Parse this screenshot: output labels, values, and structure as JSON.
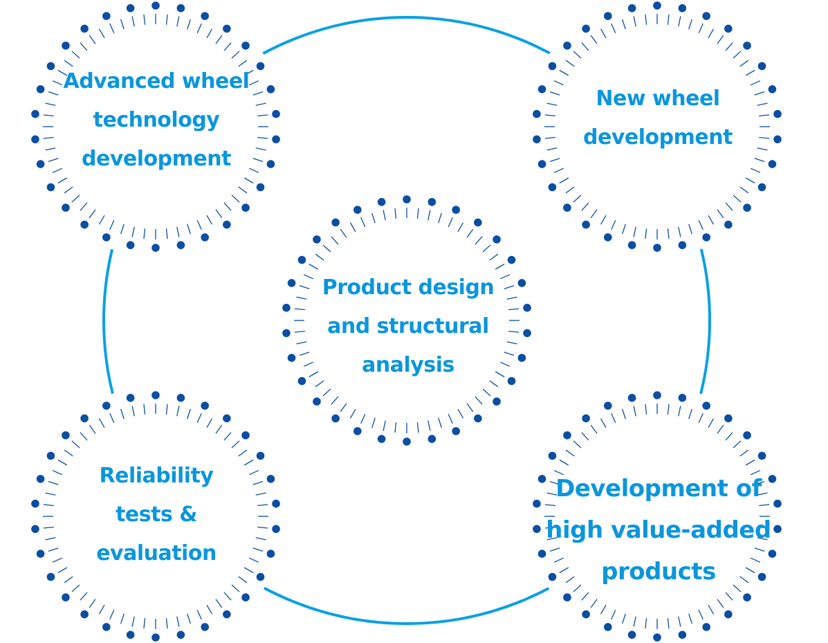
{
  "colors": {
    "arc": "#0aa0e2",
    "dot": "#0b4ea2",
    "text": "#0a96dc"
  },
  "nodes": [
    {
      "id": "advanced",
      "lines": [
        "Advanced wheel",
        "technology",
        "development"
      ]
    },
    {
      "id": "new",
      "lines": [
        "New wheel",
        "development"
      ]
    },
    {
      "id": "product",
      "lines": [
        "Product design",
        "and structural",
        "analysis"
      ]
    },
    {
      "id": "reliability",
      "lines": [
        "Reliability",
        "tests &",
        "evaluation"
      ]
    },
    {
      "id": "high-value",
      "lines": [
        "Development of",
        "high value-added",
        "products"
      ]
    }
  ]
}
